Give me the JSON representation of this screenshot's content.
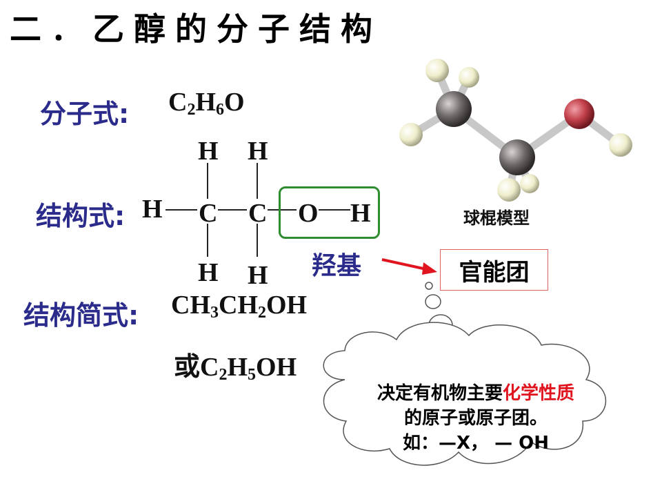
{
  "slide": {
    "title": "二．乙醇的分子结构",
    "molecular_formula": {
      "label": "分子式:",
      "parts": [
        "C",
        "2",
        "H",
        "6",
        "O"
      ]
    },
    "structural_formula": {
      "label": "结构式:",
      "atoms": {
        "h_left": "H",
        "c1": "C",
        "c2": "C",
        "o": "O",
        "h_right": "H",
        "h_top1": "H",
        "h_top2": "H",
        "h_bot1": "H",
        "h_bot2": "H"
      }
    },
    "hydroxyl_label": "羟基",
    "functional_group_label": "官能团",
    "ball_stick_label": "球棍模型",
    "condensed_formula": {
      "label": "结构简式:",
      "line1": [
        "CH",
        "3",
        "CH",
        "2",
        "OH"
      ],
      "line2": [
        "或C",
        "2",
        "H",
        "5",
        "OH"
      ]
    },
    "cloud": {
      "line1_black": "决定有机物主要",
      "line1_red": "化学性质",
      "line2": "的原子或原子团。",
      "line3": "如：—X， — OH"
    },
    "colors": {
      "label_blue": "#2b2b8c",
      "box_green": "#2e8b2e",
      "arrow_red": "#e0141e",
      "carbon_gray": "#6e6a6a",
      "hydrogen_cream": "#efeecb",
      "oxygen_red": "#c2404a"
    }
  }
}
